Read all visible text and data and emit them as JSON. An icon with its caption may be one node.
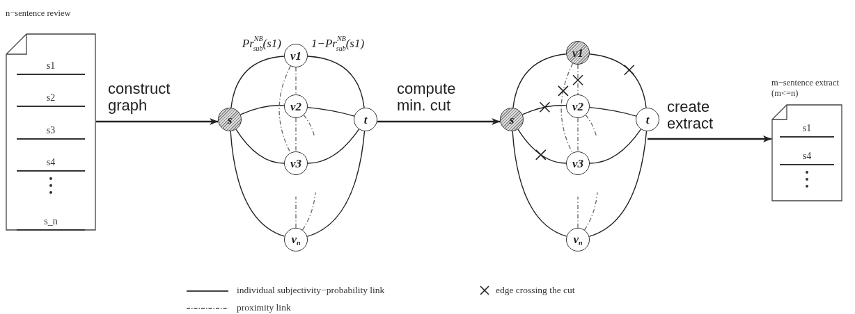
{
  "diagram": {
    "nodes": [
      {
        "text": [
          "n−sentence review",
          "s1",
          "s2",
          "s3",
          "s4",
          "s_n"
        ]
      },
      {
        "text": [
          "s"
        ]
      },
      {
        "text": [
          "v1"
        ]
      },
      {
        "text": [
          "v2"
        ]
      },
      {
        "text": [
          "v3"
        ]
      },
      {
        "text": [
          "v$_{n}$"
        ]
      },
      {
        "text": [
          "t"
        ]
      },
      {
        "text": [
          "s"
        ]
      },
      {
        "text": [
          "v1"
        ]
      },
      {
        "text": [
          "v2"
        ]
      },
      {
        "text": [
          "v3"
        ]
      },
      {
        "text": [
          "v$_{n}$"
        ]
      },
      {
        "text": [
          "t"
        ]
      },
      {
        "text": [
          "m−sentence extract (m<=n)",
          "s1",
          "s4"
        ]
      }
    ],
    "edges": [
      {
        "from": 0,
        "to": 1,
        "arrow": "to",
        "label": "construct graph"
      },
      {
        "from": 1,
        "to": 2,
        "arrow": "none",
        "label": "Pr$^{NB}$$_{sub}$(s1)"
      },
      {
        "from": 2,
        "to": 6,
        "arrow": "none",
        "label": "1−Pr$^{NB}$$_{sub}$(s1)"
      },
      {
        "from": 1,
        "to": 3,
        "arrow": "none"
      },
      {
        "from": 3,
        "to": 6,
        "arrow": "none"
      },
      {
        "from": 1,
        "to": 4,
        "arrow": "none"
      },
      {
        "from": 4,
        "to": 6,
        "arrow": "none"
      },
      {
        "from": 1,
        "to": 5,
        "arrow": "none"
      },
      {
        "from": 5,
        "to": 6,
        "arrow": "none"
      },
      {
        "from": 2,
        "to": 3,
        "arrow": "none",
        "style": "dashed",
        "color": "#666666"
      },
      {
        "from": 3,
        "to": 4,
        "arrow": "none",
        "style": "dashed",
        "color": "#666666"
      },
      {
        "from": 2,
        "to": 4,
        "arrow": "none",
        "style": "dashed",
        "color": "#666666"
      },
      {
        "from": 3,
        "to": null,
        "arrow": "none",
        "style": "dashed",
        "color": "#666666"
      },
      {
        "from": 5,
        "to": null,
        "arrow": "none",
        "style": "dashed",
        "color": "#666666"
      },
      {
        "from": 5,
        "to": null,
        "arrow": "none",
        "style": "dashed",
        "color": "#666666"
      },
      {
        "from": 6,
        "to": 7,
        "arrow": "to",
        "label": "compute min. cut"
      },
      {
        "from": 7,
        "to": 8,
        "arrow": "none"
      },
      {
        "from": 8,
        "to": 12,
        "arrow": "none"
      },
      {
        "from": 7,
        "to": 9,
        "arrow": "none"
      },
      {
        "from": 9,
        "to": 12,
        "arrow": "none"
      },
      {
        "from": 7,
        "to": 10,
        "arrow": "none"
      },
      {
        "from": 10,
        "to": 12,
        "arrow": "none"
      },
      {
        "from": 7,
        "to": 11,
        "arrow": "none"
      },
      {
        "from": 11,
        "to": 12,
        "arrow": "none"
      },
      {
        "from": 8,
        "to": 9,
        "arrow": "none",
        "style": "dashed",
        "color": "#666666"
      },
      {
        "from": 9,
        "to": 10,
        "arrow": "none",
        "style": "dashed",
        "color": "#666666"
      },
      {
        "from": 8,
        "to": 10,
        "arrow": "none",
        "style": "dashed",
        "color": "#666666"
      },
      {
        "from": 9,
        "to": null,
        "arrow": "none",
        "style": "dashed",
        "color": "#666666"
      },
      {
        "from": 11,
        "to": null,
        "arrow": "none",
        "style": "dashed",
        "color": "#666666"
      },
      {
        "from": 11,
        "to": null,
        "arrow": "none",
        "style": "dashed",
        "color": "#666666"
      },
      {
        "from": 12,
        "to": 13,
        "arrow": "to",
        "label": "create extract"
      }
    ],
    "legend": [
      {
        "text": "individual subjectivity−probability link"
      },
      {
        "text": "proximity link"
      },
      {
        "text": "edge crossing the cut"
      }
    ]
  }
}
